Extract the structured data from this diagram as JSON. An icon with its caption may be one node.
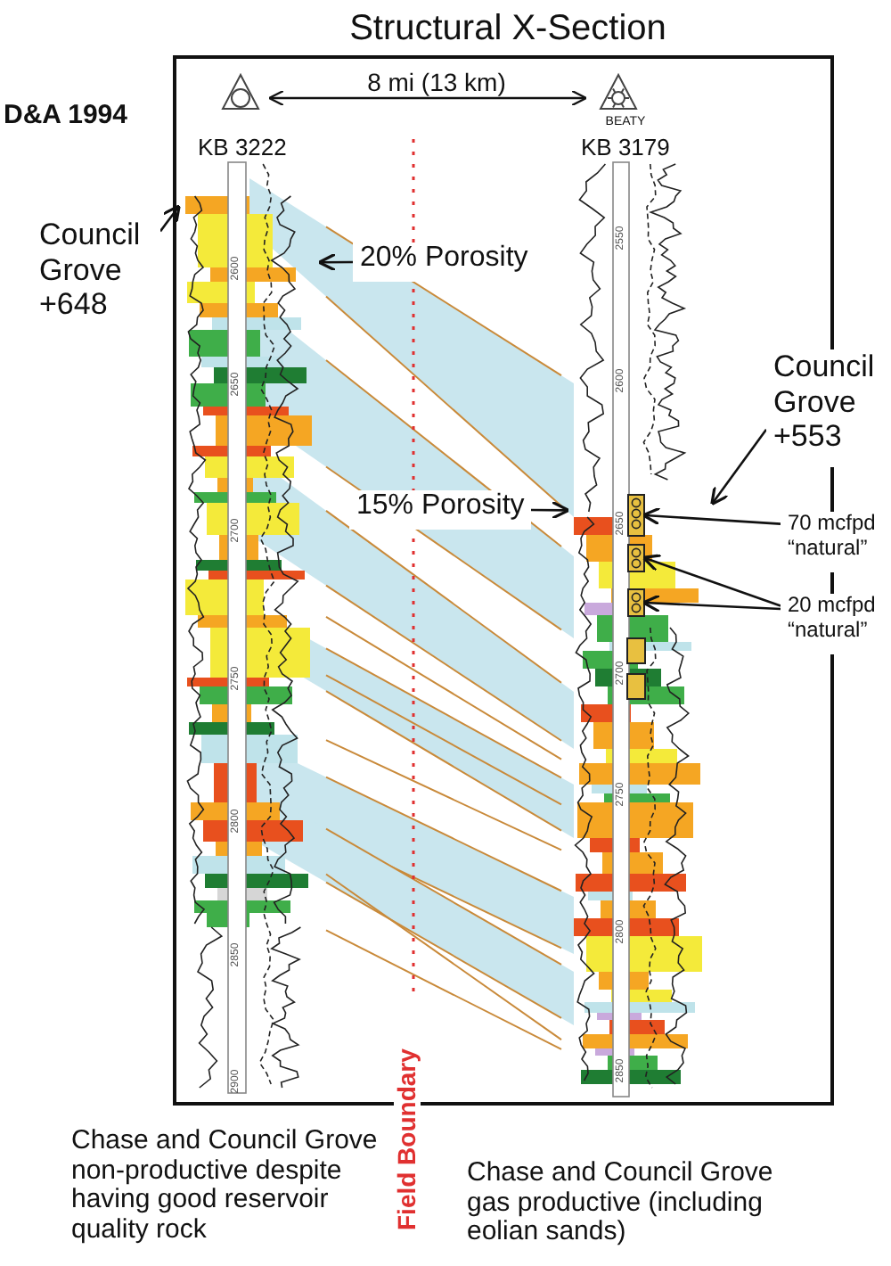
{
  "diagram": {
    "title": "Structural X-Section",
    "nodes": [
      {
        "text": [
          "Council Grove +648"
        ]
      },
      {
        "text": [
          "20% Porosity"
        ]
      },
      {
        "text": [
          "15% Porosity"
        ]
      },
      {
        "text": [
          "Council Grove +553"
        ]
      },
      {
        "text": [
          "70 mcfpd “natural”"
        ]
      },
      {
        "text": [
          "20 mcfpd “natural”"
        ]
      },
      {
        "text": [],
        "shape": "bar"
      },
      {
        "text": [],
        "shape": "bar"
      },
      {
        "text": [],
        "shape": "box",
        "in": 7
      },
      {
        "text": [],
        "shape": "box",
        "in": 7
      },
      {
        "text": [],
        "shape": "box",
        "in": 7
      }
    ],
    "edges": [
      {
        "from": 0,
        "to": 6,
        "arrow": "to"
      },
      {
        "from": 1,
        "to": 6,
        "arrow": "to"
      },
      {
        "from": 2,
        "to": 7,
        "arrow": "to"
      },
      {
        "from": 3,
        "to": 7,
        "arrow": "to"
      },
      {
        "from": 4,
        "to": 8,
        "arrow": "to"
      },
      {
        "from": 5,
        "to": 9,
        "arrow": "to"
      },
      {
        "from": 5,
        "to": 10,
        "arrow": "to"
      }
    ],
    "labels": [
      "8 mi (13 km)",
      "D&A 1994",
      "KB 3222",
      "BEATY",
      "KB 3179",
      "2600",
      "2650",
      "2700",
      "2750",
      "2800",
      "2850",
      "2900",
      "2550",
      "2600",
      "2650",
      "2700",
      "2750",
      "2800",
      "2850",
      "Field Boundary",
      "Chase and Council Grove non-productive despite having good reservoir quality rock",
      "Chase and Council Grove gas productive (including eolian sands)"
    ]
  }
}
